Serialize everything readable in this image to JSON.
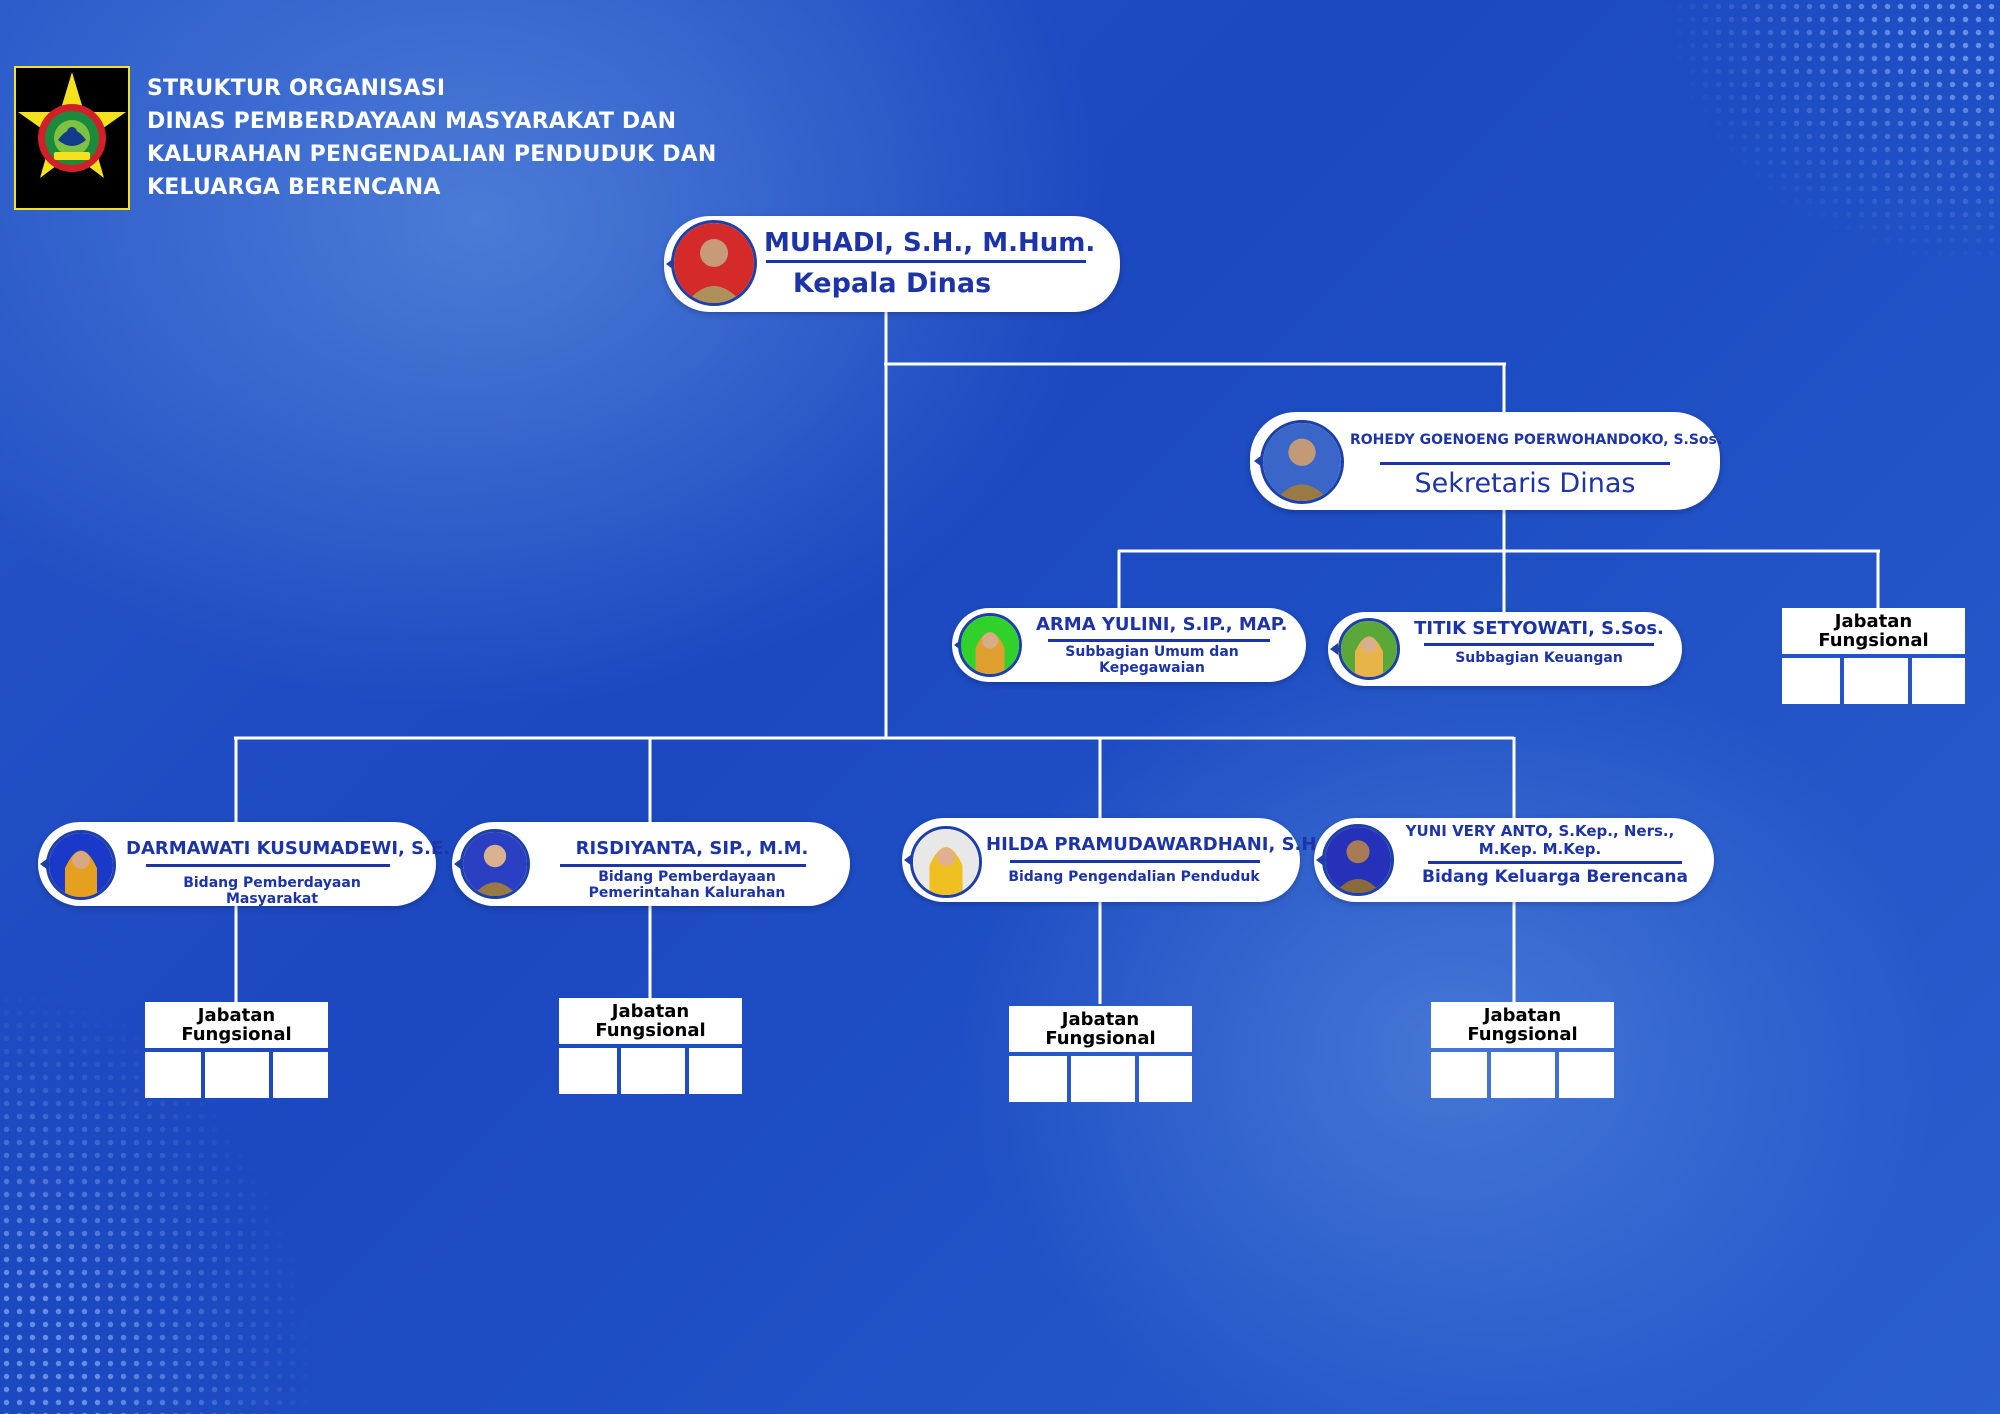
{
  "title": {
    "lines": [
      "STRUKTUR ORGANISASI",
      "DINAS PEMBERDAYAAN MASYARAKAT DAN",
      "KALURAHAN PENGENDALIAN PENDUDUK DAN",
      "KELUARGA BERENCANA"
    ]
  },
  "logo": {
    "icon": "regency-emblem-star-icon",
    "colors": {
      "background": "#000000",
      "star": "#f5e21c",
      "ring": "#d2202a",
      "core": "#1c8a3c"
    }
  },
  "colors": {
    "accent": "#1d34a8",
    "line": "#ffffff",
    "card": "#ffffff"
  },
  "head": {
    "name": "MUHADI, S.H., M.Hum.",
    "role": "Kepala Dinas",
    "avatar_bg": "#d42a2a"
  },
  "secretary": {
    "name": "ROHEDY GOENOENG POERWOHANDOKO, S.Sos.",
    "role": "Sekretaris Dinas",
    "avatar_bg": "#3b66c9"
  },
  "sub_units": [
    {
      "name": "ARMA YULINI, S.IP., MAP.",
      "role": "Subbagian Umum dan Kepegawaian",
      "avatar_bg": "#2fd12a"
    },
    {
      "name": "TITIK SETYOWATI, S.Sos.",
      "role": "Subbagian Keuangan",
      "avatar_bg": "#5aa83a"
    }
  ],
  "divisions": [
    {
      "name": "DARMAWATI KUSUMADEWI, S.E.",
      "role": "Bidang Pemberdayaan Masyarakat",
      "avatar_bg": "#1b39c9"
    },
    {
      "name": "RISDIYANTA, SIP., M.M.",
      "role": "Bidang Pemberdayaan Pemerintahan Kalurahan",
      "avatar_bg": "#2a3fc2"
    },
    {
      "name": "HILDA PRAMUDAWARDHANI, S.H.",
      "role": "Bidang Pengendalian Penduduk",
      "avatar_bg": "#e8e8e8"
    },
    {
      "name": "YUNI VERY ANTO, S.Kep., Ners., M.Kep. M.Kep.",
      "role": "Bidang Keluarga Berencana",
      "avatar_bg": "#2431b8"
    }
  ],
  "jabatan_fungsional": {
    "label_line1": "Jabatan",
    "label_line2": "Fungsional"
  }
}
